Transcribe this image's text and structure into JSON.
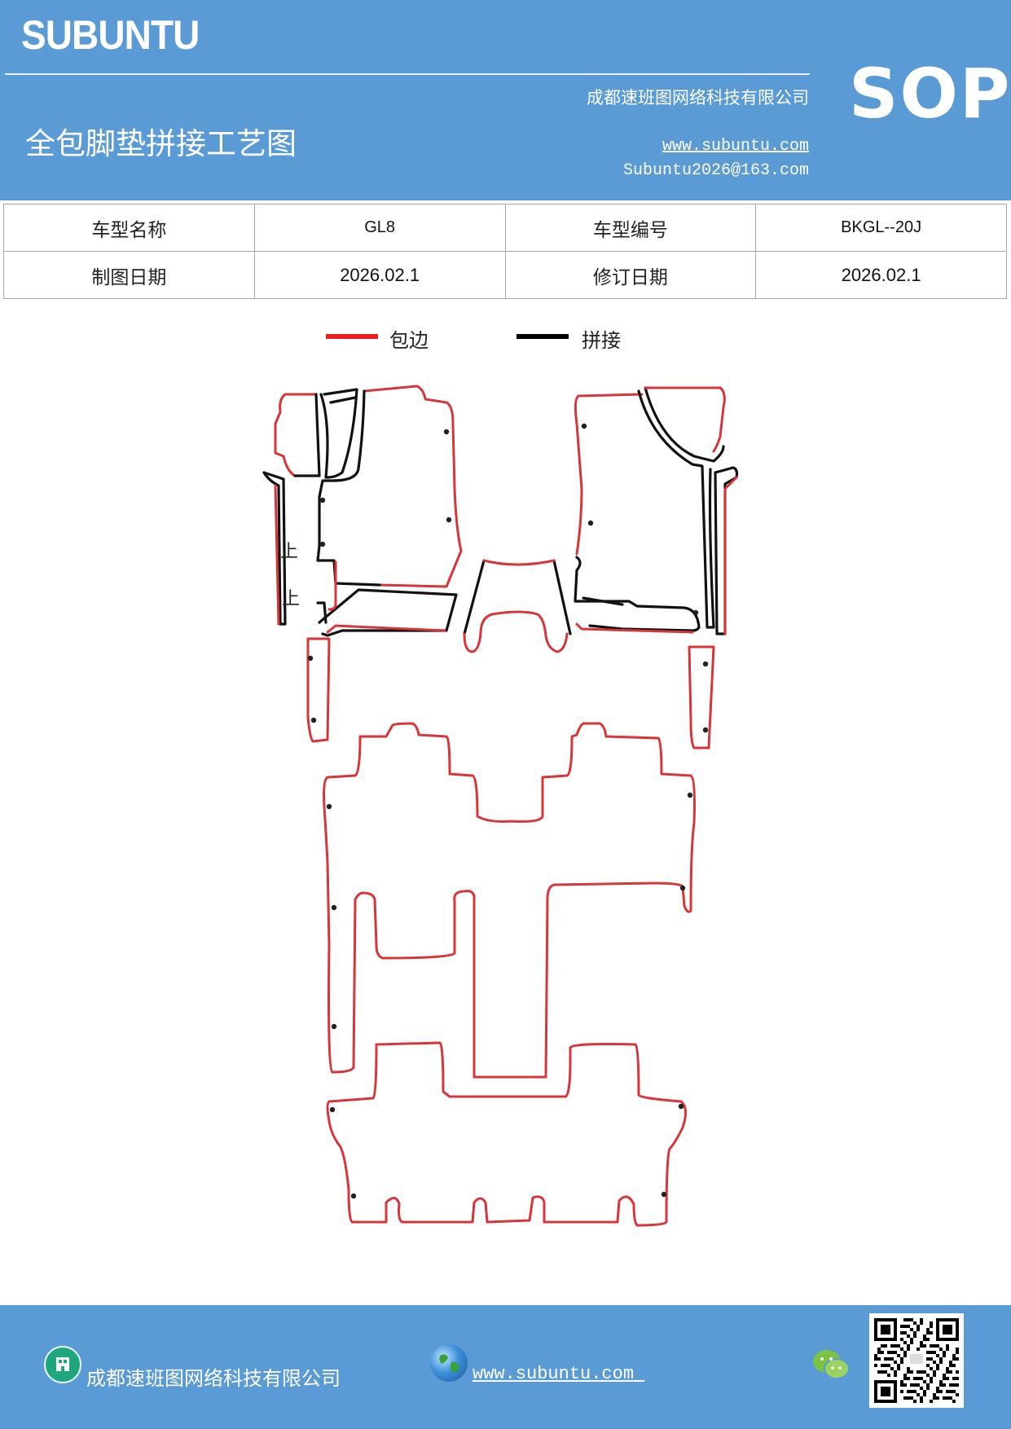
{
  "header": {
    "brand": "SUBUNTU",
    "badge": "SOP",
    "company": "成都速班图网络科技有限公司",
    "title": "全包脚垫拼接工艺图",
    "website": "www.subuntu.com",
    "email": "Subuntu2026@163.com"
  },
  "info": {
    "model_name_label": "车型名称",
    "model_name": "GL8",
    "model_code_label": "车型编号",
    "model_code": "BKGL--20J",
    "draw_date_label": "制图日期",
    "draw_date": "2026.02.1",
    "revise_date_label": "修订日期",
    "revise_date": "2026.02.1"
  },
  "legend": {
    "edge_label": "包边",
    "edge_color": "#ee1c24",
    "joint_label": "拼接",
    "joint_color": "#000000"
  },
  "diagram": {
    "glyph": "上"
  },
  "footer": {
    "company": "成都速班图网络科技有限公司",
    "website": "www.subuntu.com ",
    "company_icon": "building-icon",
    "web_icon": "globe-icon",
    "wechat_icon": "wechat-icon"
  }
}
